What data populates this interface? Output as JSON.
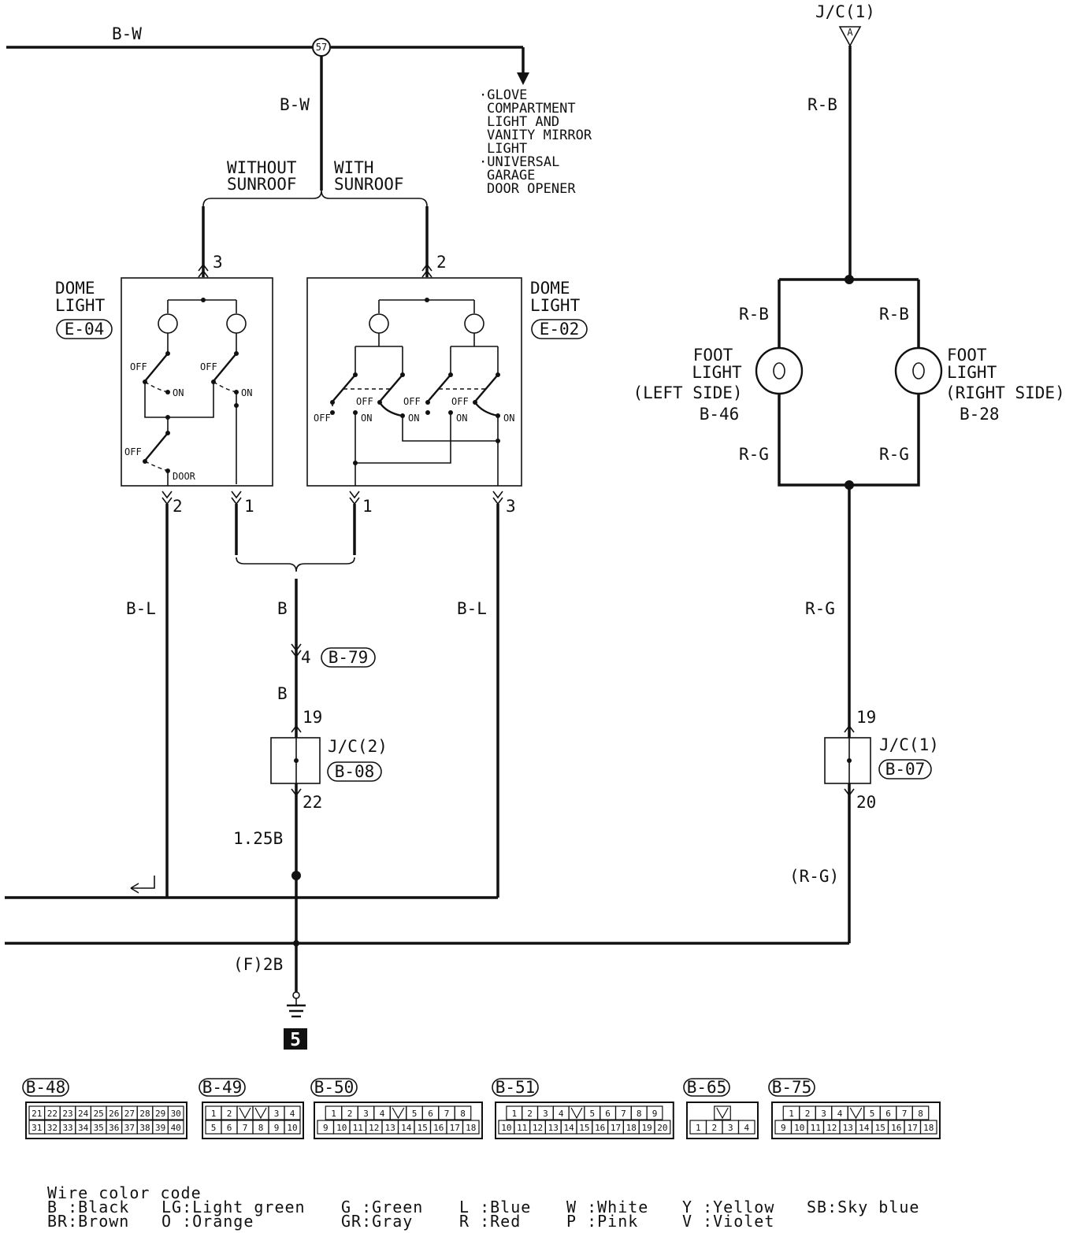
{
  "top": {
    "wire_bw_main": "B-W",
    "splice": "57",
    "wire_bw_drop": "B-W",
    "glove_note": [
      "·GLOVE",
      "COMPARTMENT",
      "LIGHT AND",
      "VANITY MIRROR",
      "LIGHT",
      "·UNIVERSAL",
      "GARAGE",
      "DOOR OPENER"
    ],
    "without_sunroof": [
      "WITHOUT",
      "SUNROOF"
    ],
    "with_sunroof": [
      "WITH",
      "SUNROOF"
    ]
  },
  "dome_left": {
    "title": [
      "DOME",
      "LIGHT"
    ],
    "connector": "E-04",
    "pin_top": "3",
    "pin_bottom_left": "2",
    "pin_bottom_right": "1",
    "switch_labels": [
      "OFF",
      "ON",
      "OFF",
      "ON",
      "OFF",
      "DOOR"
    ]
  },
  "dome_right": {
    "title": [
      "DOME",
      "LIGHT"
    ],
    "connector": "E-02",
    "pin_top": "2",
    "pin_bottom_left": "1",
    "pin_bottom_right": "3",
    "switch_labels": [
      "OFF",
      "ON",
      "OFF",
      "ON",
      "OFF",
      "ON",
      "OFF",
      "ON"
    ]
  },
  "center_chain": {
    "wire_b1": "B",
    "pin_4": "4",
    "connector_b79": "B-79",
    "wire_b2": "B",
    "pin_19": "19",
    "jc": "J/C(2)",
    "jc_connector": "B-08",
    "pin_22": "22",
    "wire_125b": "1.25B",
    "wire_f2b": "(F)2B",
    "ground_number": "5"
  },
  "left_wires": {
    "bl_left": "B-L",
    "bl_right": "B-L"
  },
  "foot_lights": {
    "jc_top": "J/C(1)",
    "jc_top_symbol": "A",
    "wire_rb_top": "R-B",
    "wire_rb_left": "R-B",
    "wire_rb_right": "R-B",
    "left_name": [
      "FOOT",
      "LIGHT",
      "(LEFT SIDE)",
      "B-46"
    ],
    "right_name": [
      "FOOT",
      "LIGHT",
      "(RIGHT SIDE)",
      "B-28"
    ],
    "wire_rg_left": "R-G",
    "wire_rg_right": "R-G",
    "wire_rg_mid": "R-G",
    "pin_19": "19",
    "jc": "J/C(1)",
    "jc_connector": "B-07",
    "pin_20": "20",
    "wire_rg_paren": "(R-G)"
  },
  "connectors": [
    {
      "id": "B-48",
      "rows": [
        [
          "21",
          "22",
          "23",
          "24",
          "25",
          "26",
          "27",
          "28",
          "29",
          "30"
        ],
        [
          "31",
          "32",
          "33",
          "34",
          "35",
          "36",
          "37",
          "38",
          "39",
          "40"
        ]
      ]
    },
    {
      "id": "B-49",
      "rows": [
        [
          "1",
          "2",
          "",
          "",
          "3",
          "4"
        ],
        [
          "5",
          "6",
          "7",
          "8",
          "9",
          "10"
        ]
      ]
    },
    {
      "id": "B-50",
      "rows": [
        [
          "1",
          "2",
          "3",
          "4",
          "",
          "5",
          "6",
          "7",
          "8"
        ],
        [
          "9",
          "10",
          "11",
          "12",
          "13",
          "14",
          "15",
          "16",
          "17",
          "18"
        ]
      ]
    },
    {
      "id": "B-51",
      "rows": [
        [
          "1",
          "2",
          "3",
          "4",
          "",
          "5",
          "6",
          "7",
          "8",
          "9"
        ],
        [
          "10",
          "11",
          "12",
          "13",
          "14",
          "15",
          "16",
          "17",
          "18",
          "19",
          "20"
        ]
      ]
    },
    {
      "id": "B-65",
      "rows": [
        [
          ""
        ],
        [
          "1",
          "2",
          "3",
          "4"
        ]
      ]
    },
    {
      "id": "B-75",
      "rows": [
        [
          "1",
          "2",
          "3",
          "4",
          "",
          "5",
          "6",
          "7",
          "8"
        ],
        [
          "9",
          "10",
          "11",
          "12",
          "13",
          "14",
          "15",
          "16",
          "17",
          "18"
        ]
      ]
    }
  ],
  "legend": {
    "title": "Wire color code",
    "entries": [
      [
        "B :Black",
        "BR:Brown"
      ],
      [
        "LG:Light green",
        "O :Orange"
      ],
      [
        "G :Green",
        "GR:Gray"
      ],
      [
        "L :Blue",
        "R :Red"
      ],
      [
        "W :White",
        "P :Pink"
      ],
      [
        "Y :Yellow",
        "V :Violet"
      ],
      [
        "SB:Sky blue",
        ""
      ]
    ]
  }
}
